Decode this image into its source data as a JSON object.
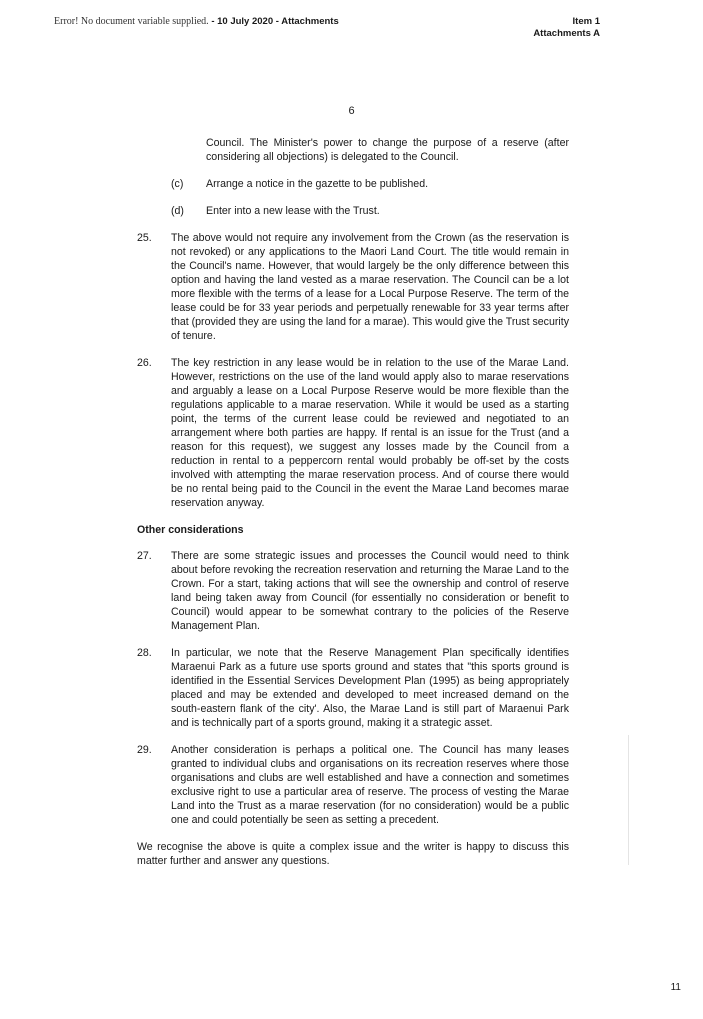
{
  "header": {
    "error_text": "Error! No document variable supplied.",
    "meeting_text": " - 10 July 2020 - Attachments",
    "item": "Item 1",
    "attachment": "Attachments A"
  },
  "page_number": "6",
  "continuation": "Council.  The Minister's power to change the purpose of a reserve (after considering all objections) is delegated to the Council.",
  "sub_items": [
    {
      "label": "(c)",
      "text": "Arrange a notice in the gazette to be published."
    },
    {
      "label": "(d)",
      "text": "Enter into a new lease with the Trust."
    }
  ],
  "paragraphs": [
    {
      "num": "25.",
      "text": "The above would not require any involvement from the Crown (as the reservation is not revoked) or any applications to the Maori Land Court.  The title would remain in the Council's name.  However, that would largely be the only difference between this option and having the land vested as a marae reservation.  The Council can be a lot more flexible with the terms of a lease for a Local Purpose Reserve.  The term of the lease could be for 33 year periods and perpetually renewable for 33 year terms after that (provided they are using the land for a marae).  This would give the Trust security of tenure."
    },
    {
      "num": "26.",
      "text": "The key restriction in any lease would be in relation to the use of the Marae Land. However, restrictions on the use of the land would apply also to marae reservations and arguably a lease on a Local Purpose Reserve would be more flexible than the regulations applicable to a marae reservation.  While it would be used as a starting point, the terms of the current lease could be reviewed and negotiated to an arrangement where both parties are happy.  If rental is an issue for the Trust (and a reason for this request), we suggest any losses made by the Council from a reduction in rental to a peppercorn rental would probably be off-set by the costs involved with attempting the marae reservation process.  And of course there would be no rental being paid to the Council in the event the Marae Land becomes marae reservation anyway."
    },
    {
      "num": "27.",
      "text": "There are some strategic issues and processes the Council would need to think about before revoking the recreation reservation and returning the Marae Land to the Crown.  For a start, taking actions that will see the ownership and control of reserve land being taken away from Council (for essentially no consideration or benefit to Council) would appear to be somewhat contrary to the policies of the Reserve Management Plan."
    },
    {
      "num": "28.",
      "text": "In particular, we note that the Reserve Management Plan specifically identifies Maraenui Park as a future use sports ground and states that \"this sports ground is identified in the Essential Services Development Plan (1995) as being appropriately placed and may be extended and developed to meet increased demand on the south-eastern flank of the city'.  Also, the Marae Land is still part of Maraenui Park and is technically part of a sports ground, making it a strategic asset."
    },
    {
      "num": "29.",
      "text": "Another consideration is perhaps a political one.  The Council has many leases granted to individual clubs and organisations on its recreation reserves where those organisations and clubs are well established and have a connection and sometimes exclusive right to use a particular area of reserve.  The process of vesting the Marae Land into the Trust as a marae reservation (for no consideration) would be a public one and could potentially be seen as setting a precedent."
    }
  ],
  "section_heading": "Other considerations",
  "closing": "We recognise the above is quite a complex issue and the writer is happy to discuss this matter further and answer any questions.",
  "footer_page": "11"
}
